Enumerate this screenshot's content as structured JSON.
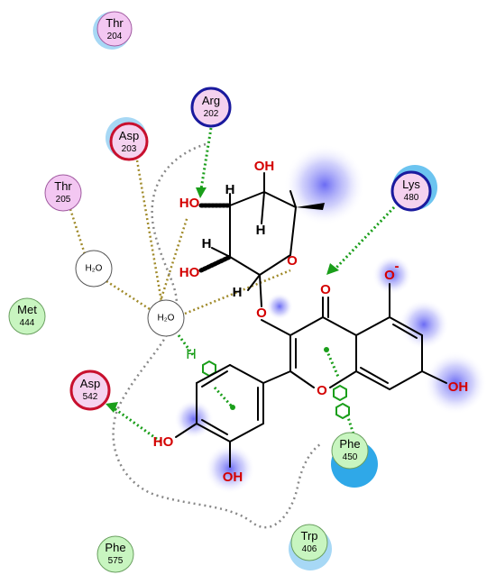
{
  "residues": {
    "thr204": {
      "name": "Thr",
      "number": "204",
      "fill": "#f3c7f2",
      "stroke": "#a05aa0",
      "halo": "#a7d8f5"
    },
    "arg202": {
      "name": "Arg",
      "number": "202",
      "fill": "#f5d2ef",
      "stroke": "#1a1a9e",
      "halo": null
    },
    "asp203": {
      "name": "Asp",
      "number": "203",
      "fill": "#f5d2ef",
      "stroke": "#c8102e",
      "halo": "#a7d8f5"
    },
    "thr205": {
      "name": "Thr",
      "number": "205",
      "fill": "#f3c7f2",
      "stroke": "#a05aa0",
      "halo": null
    },
    "lys480": {
      "name": "Lys",
      "number": "480",
      "fill": "#f5d2ef",
      "stroke": "#1a1a9e",
      "halo": "#6cc4f0"
    },
    "met444": {
      "name": "Met",
      "number": "444",
      "fill": "#c8f5c0",
      "stroke": "#6aa060",
      "halo": null
    },
    "asp542": {
      "name": "Asp",
      "number": "542",
      "fill": "#f5d2ef",
      "stroke": "#c8102e",
      "halo": null
    },
    "phe450": {
      "name": "Phe",
      "number": "450",
      "fill": "#c8f5c0",
      "stroke": "#6aa060",
      "halo": "#2fa8e8"
    },
    "trp406": {
      "name": "Trp",
      "number": "406",
      "fill": "#c8f5c0",
      "stroke": "#6aa060",
      "halo": "#a7d8f5"
    },
    "phe575": {
      "name": "Phe",
      "number": "575",
      "fill": "#c8f5c0",
      "stroke": "#6aa060",
      "halo": null
    }
  },
  "waters": {
    "w1": {
      "label": "H₂O"
    },
    "w2": {
      "label": "H₂O"
    }
  },
  "atoms": {
    "ho_sugar_top": "OH",
    "ho_sugar_left": "HO",
    "ho_sugar_bottom": "HO",
    "o_ring": "O",
    "h1": "H",
    "h2": "H",
    "h3": "H",
    "h4": "H",
    "o_glyco": "O",
    "o_keto": "O",
    "o_minus": "O",
    "o_minus_charge": "-",
    "o_chromone": "O",
    "oh_right": "OH",
    "ho_catechol": "HO",
    "oh_catechol": "OH"
  },
  "colors": {
    "hbond": "#1a9e1a",
    "water_bridge": "#a08a2a",
    "contour": "#888888",
    "exposure": "#6a6ae8"
  }
}
